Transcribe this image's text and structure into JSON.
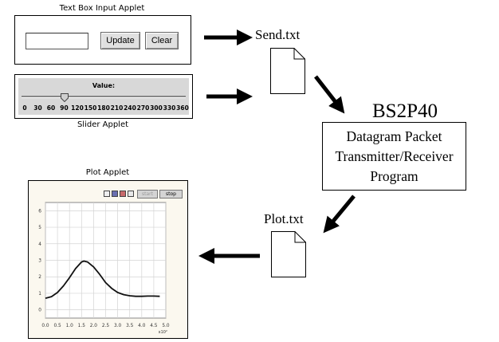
{
  "textbox_applet": {
    "caption": "Text Box Input Applet",
    "input_value": "",
    "update_label": "Update",
    "clear_label": "Clear"
  },
  "slider_applet": {
    "caption": "Slider Applet",
    "value_label": "Value:",
    "min": 0,
    "max": 360,
    "value": 90,
    "ticks": [
      "0",
      "30",
      "60",
      "90",
      "120",
      "150",
      "180",
      "210",
      "240",
      "270",
      "300",
      "330",
      "360"
    ]
  },
  "plot_applet": {
    "caption": "Plot Applet",
    "start_label": "start",
    "stop_label": "stop",
    "x_ticks": [
      "0.0",
      "0.5",
      "1.0",
      "1.5",
      "2.0",
      "2.5",
      "3.0",
      "3.5",
      "4.0",
      "4.5",
      "5.0"
    ],
    "y_ticks": [
      "0",
      "1",
      "2",
      "3",
      "4",
      "5",
      "6"
    ],
    "x_scale_label": "x10²",
    "curve": {
      "x": [
        0.0,
        0.25,
        0.5,
        0.75,
        1.0,
        1.25,
        1.5,
        1.6,
        1.75,
        2.0,
        2.25,
        2.5,
        2.75,
        3.0,
        3.25,
        3.5,
        3.75,
        4.0,
        4.25,
        4.5,
        4.75
      ],
      "y": [
        0.7,
        0.8,
        1.05,
        1.45,
        1.95,
        2.5,
        2.9,
        2.95,
        2.9,
        2.6,
        2.15,
        1.65,
        1.3,
        1.05,
        0.92,
        0.85,
        0.82,
        0.82,
        0.83,
        0.83,
        0.82
      ]
    }
  },
  "files": {
    "send": "Send.txt",
    "plot": "Plot.txt"
  },
  "program": {
    "device": "BS2P40",
    "lines": [
      "Datagram Packet",
      "Transmitter/Receiver",
      "Program"
    ]
  }
}
